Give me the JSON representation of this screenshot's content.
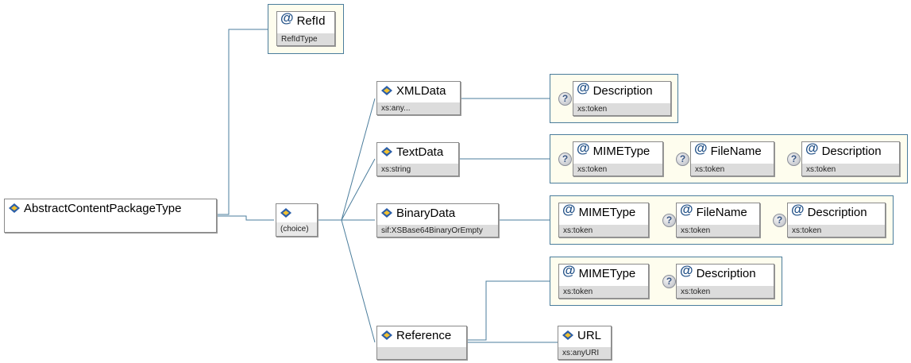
{
  "root": {
    "name": "AbstractContentPackageType",
    "icon": "complex-element-icon"
  },
  "refid": {
    "name": "RefId",
    "type": "RefIdType",
    "icon": "attribute-icon"
  },
  "choice": {
    "label": "(choice)",
    "icon": "complex-element-icon"
  },
  "elements": {
    "xmldata": {
      "name": "XMLData",
      "type": "xs:any..."
    },
    "textdata": {
      "name": "TextData",
      "type": "xs:string"
    },
    "binarydata": {
      "name": "BinaryData",
      "type": "sif:XSBase64BinaryOrEmpty"
    },
    "reference": {
      "name": "Reference",
      "type": ""
    },
    "url": {
      "name": "URL",
      "type": "xs:anyURI"
    }
  },
  "attrs": {
    "xml_desc": {
      "name": "Description",
      "type": "xs:token",
      "optional": true
    },
    "text_mime": {
      "name": "MIMEType",
      "type": "xs:token",
      "optional": true
    },
    "text_file": {
      "name": "FileName",
      "type": "xs:token",
      "optional": true
    },
    "text_desc": {
      "name": "Description",
      "type": "xs:token",
      "optional": true
    },
    "bin_mime": {
      "name": "MIMEType",
      "type": "xs:token",
      "optional": false
    },
    "bin_file": {
      "name": "FileName",
      "type": "xs:token",
      "optional": true
    },
    "bin_desc": {
      "name": "Description",
      "type": "xs:token",
      "optional": true
    },
    "ref_mime": {
      "name": "MIMEType",
      "type": "xs:token",
      "optional": false
    },
    "ref_desc": {
      "name": "Description",
      "type": "xs:token",
      "optional": true
    }
  },
  "optional_marker": "?",
  "attribute_marker": "@",
  "colors": {
    "wire": "#4b7d9c",
    "group_bg": "#fefdee",
    "type_bar": "#dcdcdc",
    "attribute": "#1f4f86"
  }
}
